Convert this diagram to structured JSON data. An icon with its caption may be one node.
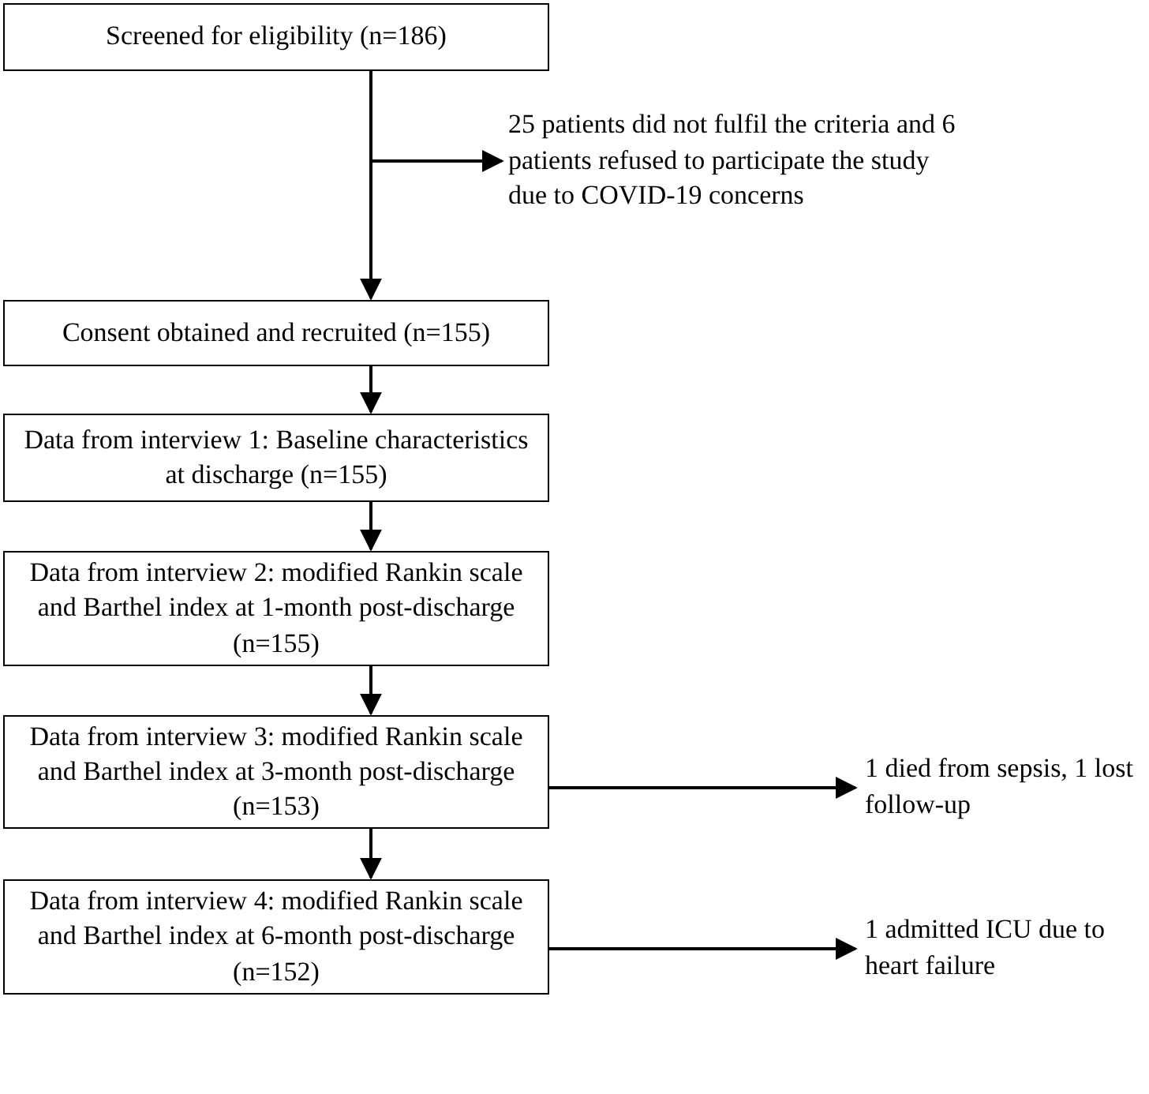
{
  "diagram": {
    "nodes": [
      {
        "text": [
          "Screened for eligibility (n=186)"
        ]
      },
      {
        "text": [
          "25 patients did not fulfil the criteria and 6 patients refused to participate the study due to COVID-19 concerns"
        ]
      },
      {
        "text": [
          "Consent obtained and recruited (n=155)"
        ]
      },
      {
        "text": [
          "Data from interview 1: Baseline characteristics at discharge (n=155)"
        ]
      },
      {
        "text": [
          "Data from interview 2: modified Rankin scale and Barthel index at 1-month post-discharge (n=155)"
        ]
      },
      {
        "text": [
          "Data from interview 3: modified Rankin scale and Barthel index at 3-month post-discharge (n=153)"
        ]
      },
      {
        "text": [
          "1 died from sepsis, 1 lost follow-up"
        ]
      },
      {
        "text": [
          "Data from interview 4: modified Rankin scale and Barthel index at 6-month post-discharge (n=152)"
        ]
      },
      {
        "text": [
          "1 admitted ICU due to heart failure"
        ]
      }
    ],
    "edges": [
      {
        "from": 0,
        "to": 2,
        "arrow": "to"
      },
      {
        "from": 0,
        "to": 1,
        "arrow": "to"
      },
      {
        "from": 2,
        "to": 3,
        "arrow": "to"
      },
      {
        "from": 3,
        "to": 4,
        "arrow": "to"
      },
      {
        "from": 4,
        "to": 5,
        "arrow": "to"
      },
      {
        "from": 5,
        "to": 6,
        "arrow": "to"
      },
      {
        "from": 5,
        "to": 7,
        "arrow": "to"
      },
      {
        "from": 7,
        "to": 8,
        "arrow": "to"
      }
    ]
  }
}
